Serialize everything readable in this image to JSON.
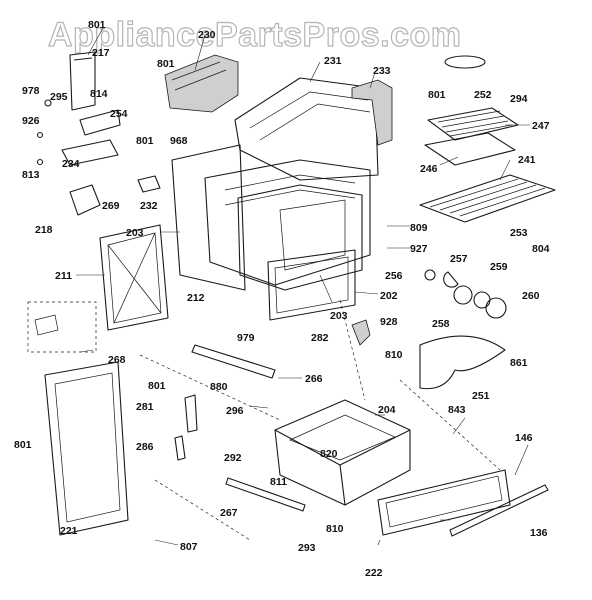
{
  "watermark": "AppliancePartsPros.com",
  "callouts": [
    "801",
    "217",
    "230",
    "801",
    "231",
    "233",
    "801",
    "252",
    "294",
    "978",
    "295",
    "814",
    "254",
    "926",
    "813",
    "234",
    "801",
    "968",
    "247",
    "246",
    "241",
    "269",
    "218",
    "232",
    "809",
    "927",
    "253",
    "804",
    "203",
    "211",
    "212",
    "256",
    "257",
    "259",
    "260",
    "258",
    "202",
    "861",
    "979",
    "282",
    "203",
    "928",
    "810",
    "268",
    "266",
    "251",
    "801",
    "880",
    "296",
    "281",
    "843",
    "146",
    "204",
    "801",
    "286",
    "820",
    "292",
    "811",
    "267",
    "810",
    "293",
    "221",
    "807",
    "222",
    "136"
  ]
}
